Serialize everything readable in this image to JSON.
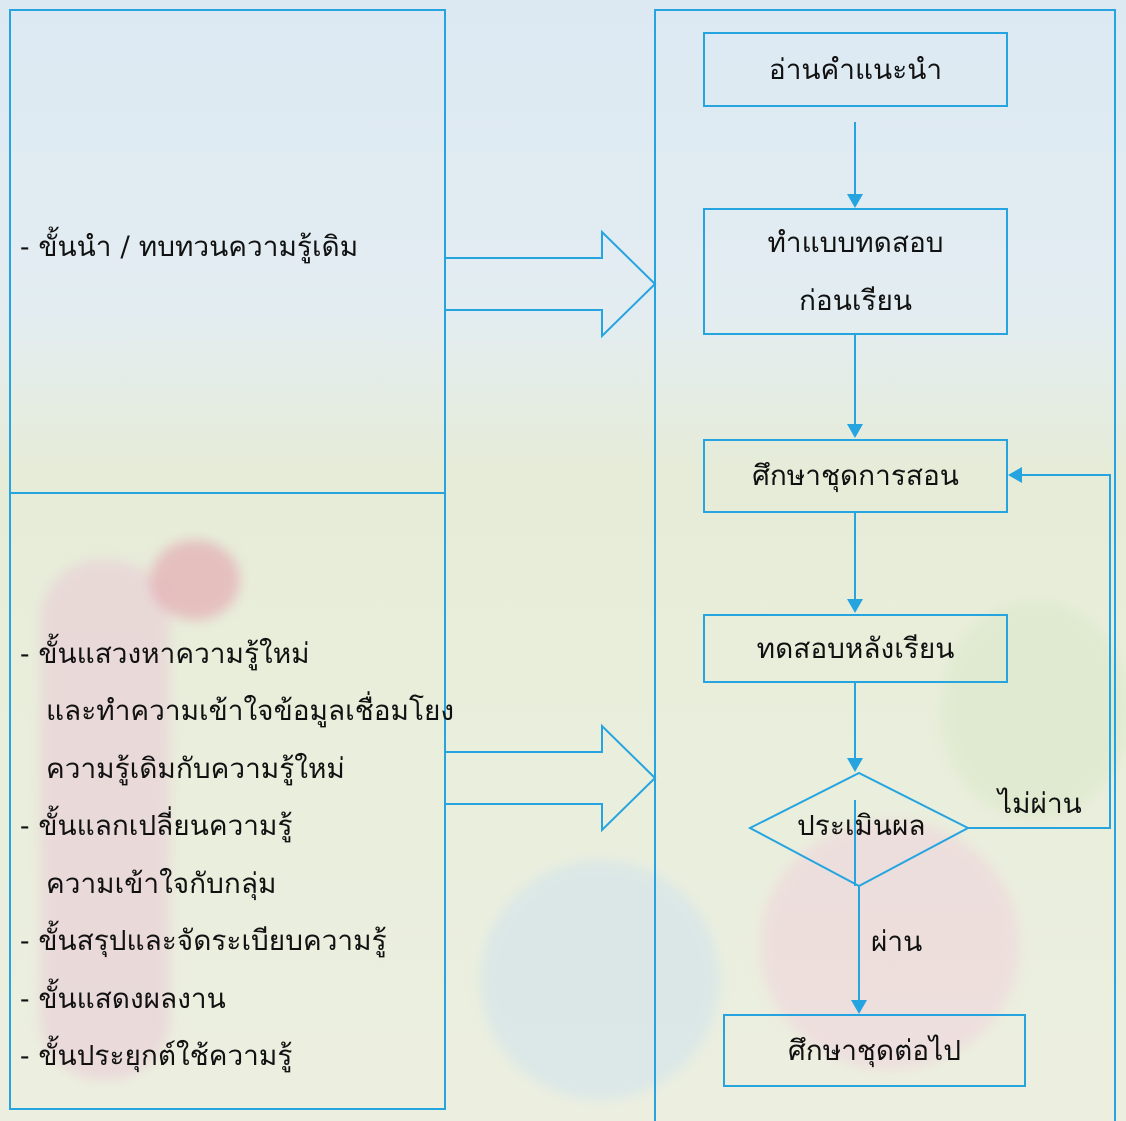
{
  "left_top": {
    "stage_intro": "- ขั้นนำ / ทบทวนความรู้เดิม"
  },
  "left_bottom": {
    "lines": [
      "- ขั้นแสวงหาความรู้ใหม่",
      "และทำความเข้าใจข้อมูลเชื่อมโยง",
      "ความรู้เดิมกับความรู้ใหม่",
      "- ขั้นแลกเปลี่ยนความรู้",
      "ความเข้าใจกับกลุ่ม",
      "- ขั้นสรุปและจัดระเบียบความรู้",
      "- ขั้นแสดงผลงาน",
      "- ขั้นประยุกต์ใช้ความรู้"
    ]
  },
  "flow": {
    "read_instructions": "อ่านคำแนะนำ",
    "pretest_line1": "ทำแบบทดสอบ",
    "pretest_line2": "ก่อนเรียน",
    "study_set": "ศึกษาชุดการสอน",
    "posttest": "ทดสอบหลังเรียน",
    "evaluate": "ประเมินผล",
    "fail_label": "ไม่ผ่าน",
    "pass_label": "ผ่าน",
    "next_set": "ศึกษาชุดต่อไป"
  },
  "colors": {
    "line": "#25a4e0"
  }
}
